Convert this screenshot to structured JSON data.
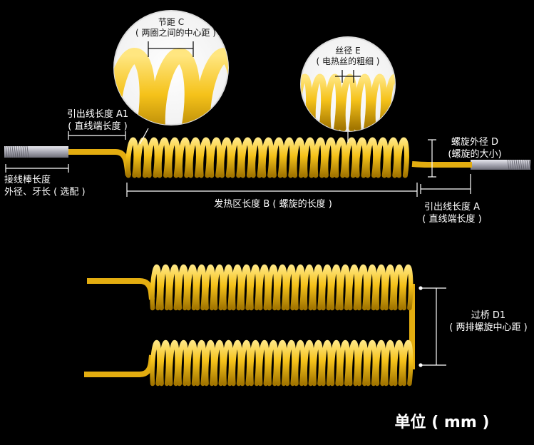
{
  "labels": {
    "pitch": {
      "title": "节距 C",
      "desc": "( 两圈之间的中心距 )"
    },
    "wire": {
      "title": "丝径 E",
      "desc": "( 电热丝的粗细 )"
    },
    "lead_a1": {
      "title": "引出线长度 A1",
      "desc": "( 直线端长度 )"
    },
    "rod": {
      "title": "接线棒长度",
      "desc": "外径、牙长 ( 选配 )"
    },
    "heat_zone": "发热区长度 B ( 螺旋的长度 )",
    "outer_d": {
      "title": "螺旋外径 D",
      "desc": "(螺旋的大小)"
    },
    "lead_a": {
      "title": "引出线长度 A",
      "desc": "( 直线端长度 )"
    },
    "bridge": {
      "title": "过桥 D1",
      "desc": "( 两排螺旋中心距 )"
    },
    "unit": "单位 ( mm )"
  },
  "colors": {
    "coil": "#f5c21a",
    "coil_dark": "#b88a00",
    "rod": "#b9b9c3",
    "background": "#000000",
    "line": "#ffffff"
  }
}
